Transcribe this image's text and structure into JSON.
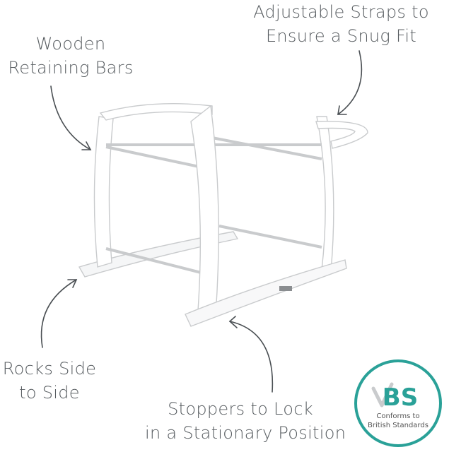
{
  "callouts": {
    "wooden_bars": [
      "Wooden",
      "Retaining Bars"
    ],
    "straps": [
      "Adjustable Straps to",
      "Ensure a Snug Fit"
    ],
    "rocks": [
      "Rocks Side",
      "to Side"
    ],
    "stoppers": [
      "Stoppers to Lock",
      "in a Stationary Position"
    ]
  },
  "badge": {
    "mark": "BS",
    "text": [
      "Conforms to",
      "British Standards"
    ]
  },
  "colors": {
    "badge_teal": "#2aa198",
    "arrow": "#4a4f53",
    "text": "#585d61"
  }
}
